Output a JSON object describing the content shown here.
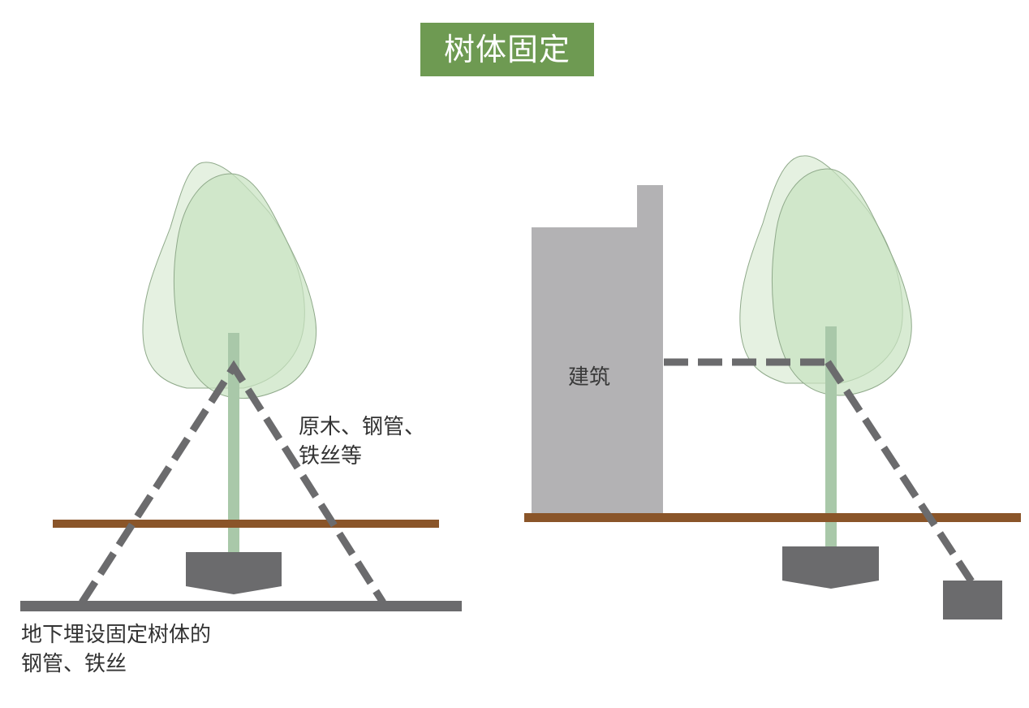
{
  "title": "树体固定",
  "labels": {
    "materials_line1": "原木、钢管、",
    "materials_line2": "铁丝等",
    "underground_line1": "地下埋设固定树体的",
    "underground_line2": "钢管、铁丝",
    "building": "建筑"
  },
  "colors": {
    "title_bg": "#6e9a52",
    "title_text": "#ffffff",
    "ground": "#8a5529",
    "stake_gray": "#6b6b6d",
    "building_gray": "#b3b2b4",
    "trunk": "#a9c8a9",
    "canopy": "#cfe6c8"
  }
}
